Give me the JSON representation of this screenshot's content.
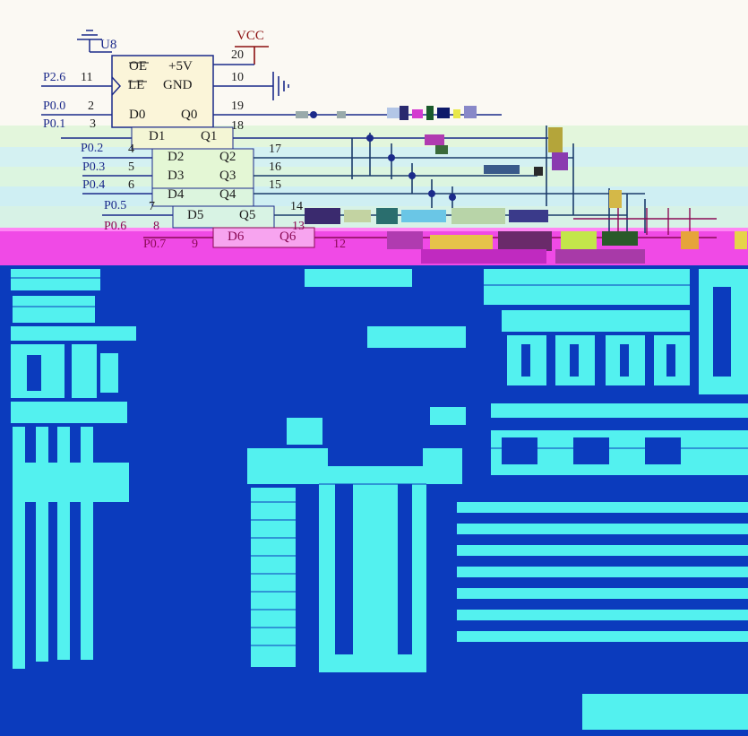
{
  "schematic": {
    "component": {
      "designator": "U8"
    },
    "power": {
      "vcc_label": "VCC"
    },
    "chip_pins": {
      "oe": "OE",
      "le": "LE",
      "plus5v": "+5V",
      "gnd": "GND",
      "d0": "D0",
      "d1": "D1",
      "d2": "D2",
      "d3": "D3",
      "d4": "D4",
      "d5": "D5",
      "d6": "D6",
      "q0": "Q0",
      "q1": "Q1",
      "q2": "Q2",
      "q3": "Q3",
      "q4": "Q4",
      "q5": "Q5",
      "q6": "Q6"
    },
    "pin_numbers": {
      "oe_le": "11",
      "plus5v": "20",
      "gnd": "10",
      "d0": "2",
      "q0": "19",
      "d1": "3",
      "q1": "18",
      "d2": "4",
      "q2": "17",
      "d3": "5",
      "q3": "16",
      "d4": "6",
      "q4": "15",
      "d5": "7",
      "q5": "14",
      "d6": "8",
      "q6": "13",
      "d7": "9",
      "q7": "12"
    },
    "nets": {
      "le": "P2.6",
      "d0": "P0.0",
      "d1": "P0.1",
      "d2": "P0.2",
      "d3": "P0.3",
      "d4": "P0.4",
      "d5": "P0.5",
      "d6": "P0.6",
      "d7": "P0.7"
    }
  },
  "colors": {
    "background_top": "#fbf9f3",
    "band_green": "#dff5dd",
    "band_cyan": "#d6f2f4",
    "magenta_band": "#f04ae6",
    "corrupted_blue": "#0b3bbd",
    "corrupted_cyan": "#53f1ef",
    "wire_blue": "#0f2a8a",
    "wire_dark": "#1b3c6b",
    "chip_fill": "#fbf5d9",
    "power_red": "#8b1010"
  }
}
